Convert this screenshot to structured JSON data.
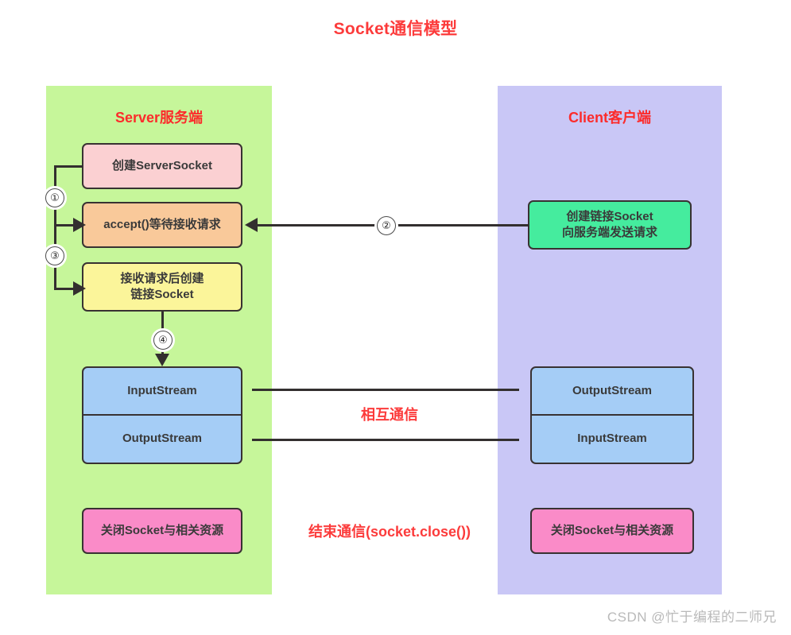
{
  "title": "Socket通信模型",
  "panels": {
    "server": {
      "title": "Server服务端",
      "nodes": [
        {
          "id": "create-server-socket",
          "label": "创建ServerSocket"
        },
        {
          "id": "accept-wait",
          "label": "accept()等待接收请求"
        },
        {
          "id": "create-link-socket",
          "line1": "接收请求后创建",
          "line2": "链接Socket"
        },
        {
          "id": "input-stream",
          "label": "InputStream"
        },
        {
          "id": "output-stream",
          "label": "OutputStream"
        },
        {
          "id": "close-socket",
          "label": "关闭Socket与相关资源"
        }
      ]
    },
    "client": {
      "title": "Client客户端",
      "nodes": [
        {
          "id": "create-connect-socket",
          "line1": "创建链接Socket",
          "line2": "向服务端发送请求"
        },
        {
          "id": "output-stream",
          "label": "OutputStream"
        },
        {
          "id": "input-stream",
          "label": "InputStream"
        },
        {
          "id": "close-socket",
          "label": "关闭Socket与相关资源"
        }
      ]
    }
  },
  "steps": {
    "one": "①",
    "two": "②",
    "three": "③",
    "four": "④"
  },
  "middle_labels": {
    "mutual": "相互通信",
    "close": "结束通信(socket.close())"
  },
  "watermark": "CSDN @忙于编程的二师兄",
  "colors": {
    "title_red": "#fc3b3b",
    "server_panel": "#c6f69a",
    "client_panel": "#c9c7f6",
    "pink_soft": "#fbd0d2",
    "orange": "#f9c99a",
    "yellow": "#fbf59a",
    "blue": "#a5cdf6",
    "pink_hot": "#fa8bc8",
    "green": "#45ec9e",
    "stroke": "#332f2f"
  }
}
